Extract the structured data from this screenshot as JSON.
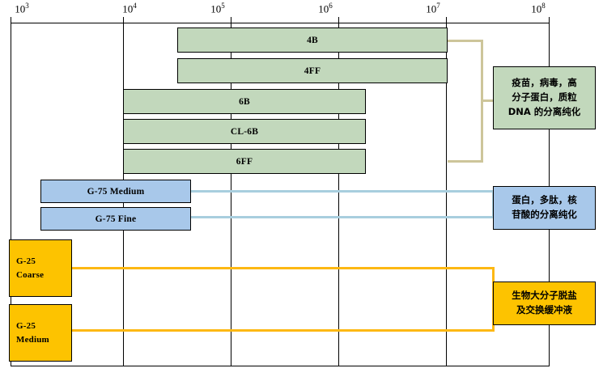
{
  "chart_data": {
    "type": "bar",
    "title": "",
    "xlabel": "",
    "ylabel": "",
    "scale": "log10",
    "xlim": [
      1000,
      100000000
    ],
    "grid": true,
    "legend": "none",
    "axis": {
      "ticks": [
        {
          "label_base": "10",
          "label_exp": "3",
          "value": 1000
        },
        {
          "label_base": "10",
          "label_exp": "4",
          "value": 10000
        },
        {
          "label_base": "10",
          "label_exp": "5",
          "value": 100000
        },
        {
          "label_base": "10",
          "label_exp": "6",
          "value": 1000000
        },
        {
          "label_base": "10",
          "label_exp": "7",
          "value": 10000000
        },
        {
          "label_base": "10",
          "label_exp": "8",
          "value": 100000000
        }
      ]
    },
    "categories": [
      "4B",
      "4FF",
      "6B",
      "CL-6B",
      "6FF",
      "G-75 Medium",
      "G-75 Fine",
      "G-25 Coarse",
      "G-25 Medium"
    ],
    "bars": [
      {
        "label": "4B",
        "group": "green",
        "x_start": 40000,
        "x_end": 10000000,
        "color": "#c2d8bc"
      },
      {
        "label": "4FF",
        "group": "green",
        "x_start": 40000,
        "x_end": 10000000,
        "color": "#c2d8bc"
      },
      {
        "label": "6B",
        "group": "green",
        "x_start": 8000,
        "x_end": 1600000,
        "color": "#c2d8bc"
      },
      {
        "label": "CL-6B",
        "group": "green",
        "x_start": 8000,
        "x_end": 1600000,
        "color": "#c2d8bc"
      },
      {
        "label": "6FF",
        "group": "green",
        "x_start": 8000,
        "x_end": 1600000,
        "color": "#c2d8bc"
      },
      {
        "label": "G-75 Medium",
        "group": "blue",
        "x_start": 1800,
        "x_end": 52000,
        "color": "#a8c8ea"
      },
      {
        "label": "G-75 Fine",
        "group": "blue",
        "x_start": 1800,
        "x_end": 52000,
        "color": "#a8c8ea"
      },
      {
        "label": "G-25 Coarse",
        "group": "yellow",
        "x_start": 1000,
        "x_end": 4000,
        "color": "#fdc300"
      },
      {
        "label": "G-25 Medium",
        "group": "yellow",
        "x_start": 1000,
        "x_end": 4000,
        "color": "#fdc300"
      }
    ]
  },
  "bars": {
    "b4b": {
      "label": "4B"
    },
    "b4ff": {
      "label": "4FF"
    },
    "b6b": {
      "label": "6B"
    },
    "bcl6b": {
      "label": "CL-6B"
    },
    "b6ff": {
      "label": "6FF"
    },
    "g75medium": {
      "label": "G-75 Medium"
    },
    "g75fine": {
      "label": "G-75 Fine"
    },
    "g25coarse": {
      "line1": "G-25",
      "line2": "Coarse"
    },
    "g25medium": {
      "line1": "G-25",
      "line2": "Medium"
    }
  },
  "callouts": {
    "green": {
      "line1": "疫苗，病毒，高",
      "line2": "分子蛋白，质粒",
      "line3": "DNA 的分离纯化",
      "color": "#c2d8bc",
      "connector_color": "#cdc59a"
    },
    "blue": {
      "line1": "蛋白，多肽，核",
      "line2": "苷酸的分离纯化",
      "color": "#a8c8ea",
      "connector_color": "#a8cede"
    },
    "yellow": {
      "line1": "生物大分子脱盐",
      "line2": "及交换缓冲液",
      "color": "#fdc300",
      "connector_color": "#fdb813"
    }
  }
}
